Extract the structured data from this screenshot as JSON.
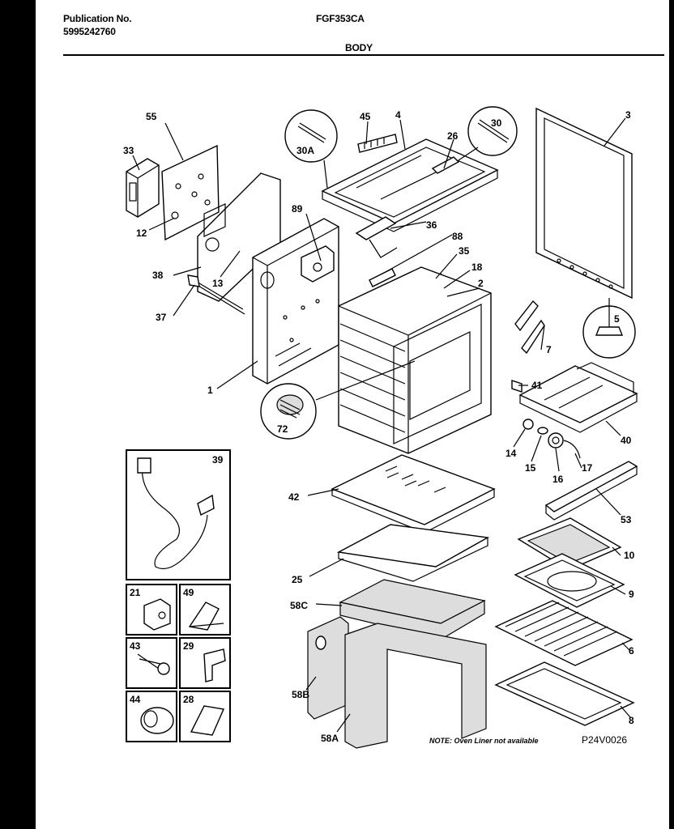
{
  "header": {
    "publication_label": "Publication No.",
    "publication_number": "5995242760",
    "model": "FGF353CA",
    "section": "BODY"
  },
  "callouts": {
    "c55": "55",
    "c33": "33",
    "c12": "12",
    "c38": "38",
    "c13": "13",
    "c37": "37",
    "c1": "1",
    "c89": "89",
    "c30a": "30A",
    "c45": "45",
    "c4": "4",
    "c26": "26",
    "c30": "30",
    "c36": "36",
    "c88": "88",
    "c35": "35",
    "c18": "18",
    "c2": "2",
    "c3": "3",
    "c5": "5",
    "c7": "7",
    "c41": "41",
    "c40": "40",
    "c72": "72",
    "c14": "14",
    "c15": "15",
    "c16": "16",
    "c17": "17",
    "c53": "53",
    "c42": "42",
    "c25": "25",
    "c58c": "58C",
    "c58b": "58B",
    "c58a": "58A",
    "c10": "10",
    "c9": "9",
    "c6": "6",
    "c8": "8",
    "c39": "39",
    "c21": "21",
    "c49": "49",
    "c43": "43",
    "c29": "29",
    "c44": "44",
    "c28": "28"
  },
  "footer": {
    "note": "NOTE: Oven Liner not available",
    "code": "P24V0026"
  }
}
